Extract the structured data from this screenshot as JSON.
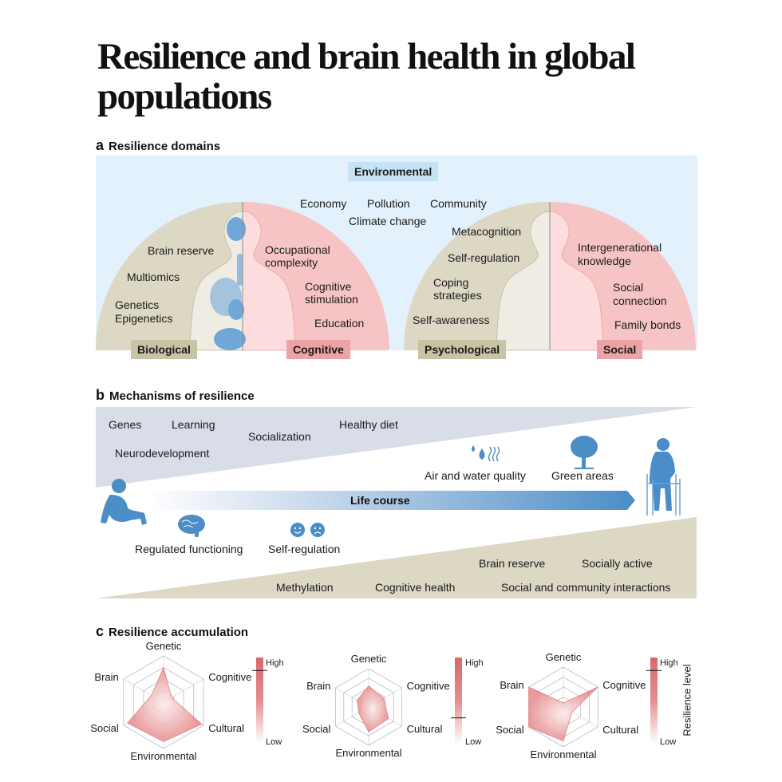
{
  "title": "Resilience and brain health in global populations",
  "colors": {
    "env_bg": "#e2f1fb",
    "env_tag": "#c5e3f5",
    "biological": "#dcd8c4",
    "biological_tag": "#c7c4a6",
    "cognitive": "#f6c4c4",
    "cognitive_tag": "#eda3a6",
    "body_light_tan": "#efede3",
    "body_light_pink": "#fcdcdc",
    "blue_icon": "#4a8dc7",
    "mech_top": "#d8dde7",
    "mech_bottom": "#dcd8c4",
    "radar_fill": "#e07f80",
    "colorbar_high": "#d9676b"
  },
  "panel_a": {
    "letter": "a",
    "heading": "Resilience domains",
    "environmental": {
      "tag": "Environmental",
      "items": [
        "Economy",
        "Pollution",
        "Community",
        "Climate change"
      ]
    },
    "biological": {
      "tag": "Biological",
      "items": [
        "Brain reserve",
        "Multiomics",
        "Genetics",
        "Epigenetics"
      ]
    },
    "cognitive": {
      "tag": "Cognitive",
      "items": [
        "Occupational complexity",
        "Cognitive stimulation",
        "Education"
      ],
      "lines": [
        "Occupational",
        "complexity",
        "Cognitive",
        "stimulation",
        "Education"
      ]
    },
    "psychological": {
      "tag": "Psychological",
      "items": [
        "Metacognition",
        "Self-regulation",
        "Coping strategies",
        "Self-awareness"
      ],
      "lines": [
        "Metacognition",
        "Self-regulation",
        "Coping",
        "strategies",
        "Self-awareness"
      ]
    },
    "social": {
      "tag": "Social",
      "items": [
        "Intergenerational knowledge",
        "Social connection",
        "Family bonds"
      ],
      "lines": [
        "Intergenerational",
        "knowledge",
        "Social",
        "connection",
        "Family bonds"
      ]
    }
  },
  "panel_b": {
    "letter": "b",
    "heading": "Mechanisms of resilience",
    "top_items": [
      "Genes",
      "Learning",
      "Socialization",
      "Healthy diet",
      "Neurodevelopment"
    ],
    "middle_items": [
      "Air and water quality",
      "Green areas"
    ],
    "arrow_label": "Life course",
    "lower_items": [
      "Regulated functioning",
      "Self-regulation"
    ],
    "bottom_items": [
      "Brain reserve",
      "Socially active",
      "Methylation",
      "Cognitive health",
      "Social and community interactions"
    ],
    "icons": [
      "baby-icon",
      "brain-icon",
      "smiley-face-icon",
      "sad-face-icon",
      "water-drops-icon",
      "air-waves-icon",
      "tree-icon",
      "elderly-walker-icon"
    ]
  },
  "panel_c": {
    "letter": "c",
    "heading": "Resilience accumulation",
    "colorbar": {
      "high": "High",
      "low": "Low",
      "axis_title": "Resilience level"
    }
  },
  "chart_data": [
    {
      "type": "radar",
      "title": "",
      "axes": [
        "Genetic",
        "Cognitive",
        "Cultural",
        "Environmental",
        "Social",
        "Brain"
      ],
      "rings": 4,
      "range": [
        0,
        1
      ],
      "values": [
        0.75,
        0.2,
        0.95,
        0.85,
        0.9,
        0.3
      ],
      "resilience_level": 0.85
    },
    {
      "type": "radar",
      "title": "",
      "axes": [
        "Genetic",
        "Cognitive",
        "Cultural",
        "Environmental",
        "Social",
        "Brain"
      ],
      "rings": 4,
      "range": [
        0,
        1
      ],
      "values": [
        0.55,
        0.45,
        0.6,
        0.65,
        0.3,
        0.35
      ],
      "resilience_level": 0.3
    },
    {
      "type": "radar",
      "title": "",
      "axes": [
        "Genetic",
        "Cognitive",
        "Cultural",
        "Environmental",
        "Social",
        "Brain"
      ],
      "rings": 4,
      "range": [
        0,
        1
      ],
      "values": [
        0.1,
        1.0,
        0.25,
        0.85,
        1.0,
        1.0
      ],
      "resilience_level": 0.85
    }
  ]
}
